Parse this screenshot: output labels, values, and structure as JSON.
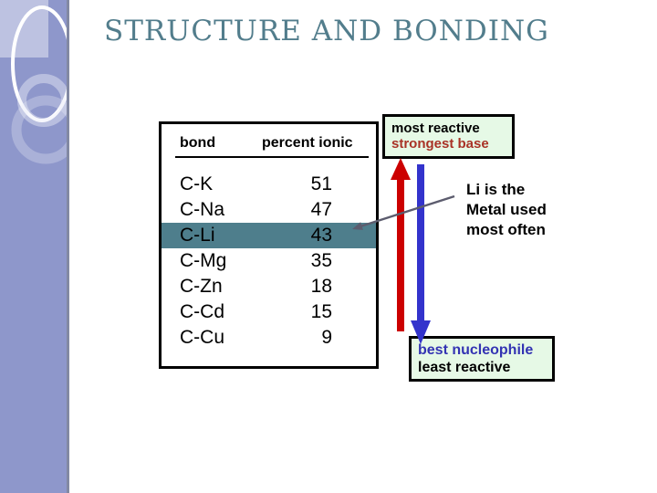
{
  "slide": {
    "title": "STRUCTURE AND BONDING",
    "title_color": "#527d8c",
    "background": "#ffffff",
    "sidebar_color": "#8e97cb"
  },
  "table": {
    "headers": {
      "bond": "bond",
      "percent_ionic": "percent ionic"
    },
    "rows": [
      {
        "bond": "C-K",
        "value": "51",
        "highlight": false
      },
      {
        "bond": "C-Na",
        "value": "47",
        "highlight": false
      },
      {
        "bond": "C-Li",
        "value": "43",
        "highlight": true
      },
      {
        "bond": "C-Mg",
        "value": "35",
        "highlight": false
      },
      {
        "bond": "C-Zn",
        "value": "18",
        "highlight": false
      },
      {
        "bond": "C-Cd",
        "value": "15",
        "highlight": false
      },
      {
        "bond": "C-Cu",
        "value": "9",
        "highlight": false
      }
    ],
    "highlight_color": "#4e7e8c"
  },
  "annotations": {
    "top_box": {
      "line1": "most reactive",
      "line2": "strongest base",
      "line2_color": "#a93226",
      "bg": "#e6f9e6"
    },
    "bottom_box": {
      "line1": "best nucleophile",
      "line1_color": "#3333b3",
      "line2": "least reactive",
      "bg": "#e6f9e6"
    },
    "side_note": {
      "line1": "Li is the",
      "line2": "Metal used",
      "line3": "most often"
    },
    "arrows": {
      "up_color": "#cc0000",
      "down_color": "#3333cc",
      "pointer_color": "#5c5c6e"
    }
  }
}
